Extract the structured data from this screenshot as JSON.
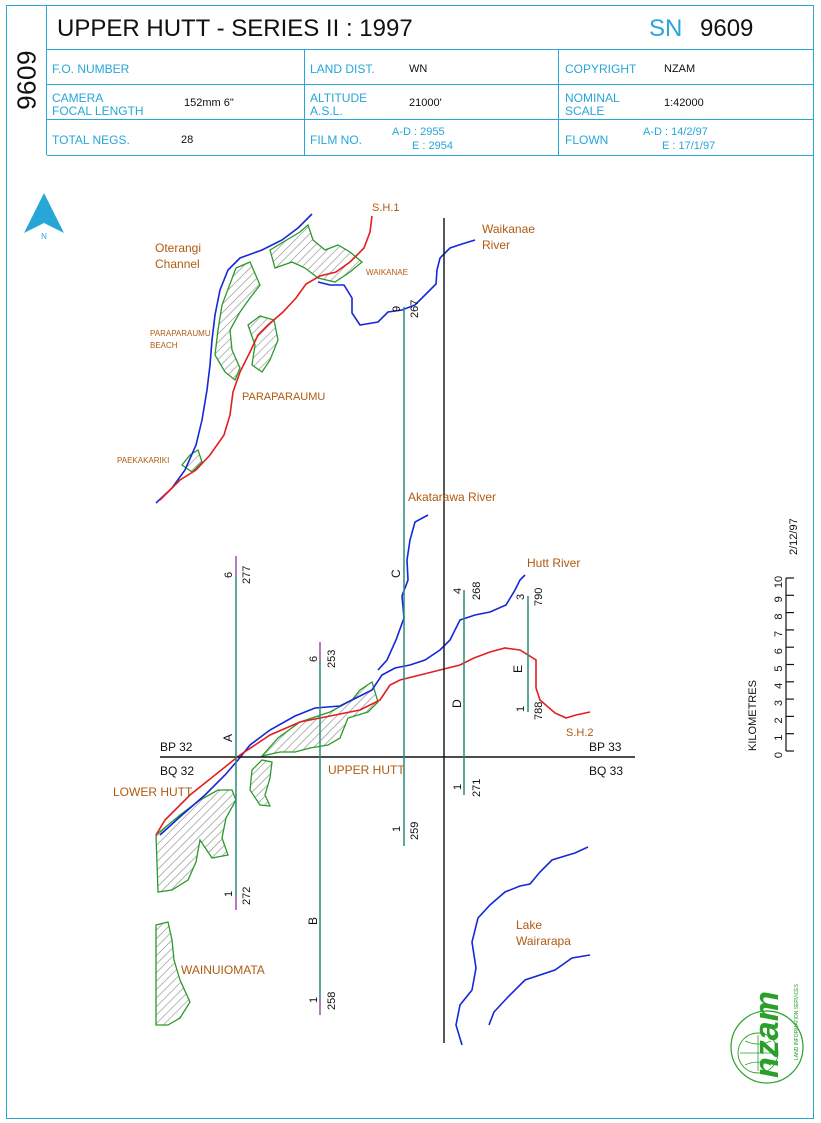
{
  "series_id": "9609",
  "header": {
    "title": "UPPER HUTT - SERIES II : 1997",
    "sn_label": "SN",
    "sn_value": "9609"
  },
  "info": {
    "fo_number_label": "F.O. NUMBER",
    "land_dist_label": "LAND DIST.",
    "land_dist_value": "WN",
    "copyright_label": "COPYRIGHT",
    "copyright_value": "NZAM",
    "camera_label_1": "CAMERA",
    "camera_label_2": "FOCAL LENGTH",
    "camera_value": "152mm 6\"",
    "altitude_label_1": "ALTITUDE",
    "altitude_label_2": "A.S.L.",
    "altitude_value": "21000'",
    "scale_label_1": "NOMINAL",
    "scale_label_2": "SCALE",
    "scale_value": "1:42000",
    "negs_label": "TOTAL NEGS.",
    "negs_value": "28",
    "film_label": "FILM NO.",
    "film_value_1": "A-D : 2955",
    "film_value_2": "E : 2954",
    "flown_label": "FLOWN",
    "flown_value_1": "A-D : 14/2/97",
    "flown_value_2": "E : 17/1/97"
  },
  "map": {
    "north_label": "N",
    "places": {
      "oterangi_1": "Oterangi",
      "oterangi_2": "Channel",
      "paraparaumu_beach_1": "PARAPARAUMU",
      "paraparaumu_beach_2": "BEACH",
      "paraparaumu": "PARAPARAUMU",
      "paekakariki": "PAEKAKARIKI",
      "waikanae": "WAIKANAE",
      "sh1": "S.H.1",
      "waikanae_river_1": "Waikanae",
      "waikanae_river_2": "River",
      "akatarawa_river": "Akatarawa River",
      "hutt_river": "Hutt River",
      "sh2": "S.H.2",
      "lower_hutt": "LOWER HUTT",
      "upper_hutt": "UPPER HUTT",
      "wainuiomata": "WAINUIOMATA",
      "lake_1": "Lake",
      "lake_2": "Wairarapa"
    },
    "grid_labels": {
      "bp32": "BP 32",
      "bq32": "BQ 32",
      "bp33": "BP 33",
      "bq33": "BQ 33"
    },
    "runs": {
      "A": {
        "letter": "A",
        "top_frame": "6",
        "top_neg": "277",
        "bottom_frame": "1",
        "bottom_neg": "272"
      },
      "B": {
        "letter": "B",
        "top_frame": "6",
        "top_neg": "253",
        "bottom_frame": "1",
        "bottom_neg": "258"
      },
      "C": {
        "letter": "C",
        "top_frame": "9",
        "top_neg": "267",
        "bottom_frame": "1",
        "bottom_neg": "259"
      },
      "D": {
        "letter": "D",
        "top_frame": "4",
        "top_neg": "268",
        "bottom_frame": "1",
        "bottom_neg": "271"
      },
      "E": {
        "letter": "E",
        "top_frame": "3",
        "top_neg": "790",
        "bottom_frame": "1",
        "bottom_neg": "788"
      }
    },
    "scale_bar": {
      "label": "KILOMETRES",
      "ticks": [
        "0",
        "1",
        "2",
        "3",
        "4",
        "5",
        "6",
        "7",
        "8",
        "9",
        "10"
      ]
    },
    "date_stamp": "2/12/97",
    "logo": {
      "text": "nzam",
      "ring_text": "LAND INFORMATION SERVICES"
    }
  },
  "colors": {
    "accent": "#27a6d8",
    "river": "#1428d8",
    "road": "#e02020",
    "urban": "#2a9a2a",
    "label": "#b05a10",
    "run": "#2a8a7a"
  }
}
